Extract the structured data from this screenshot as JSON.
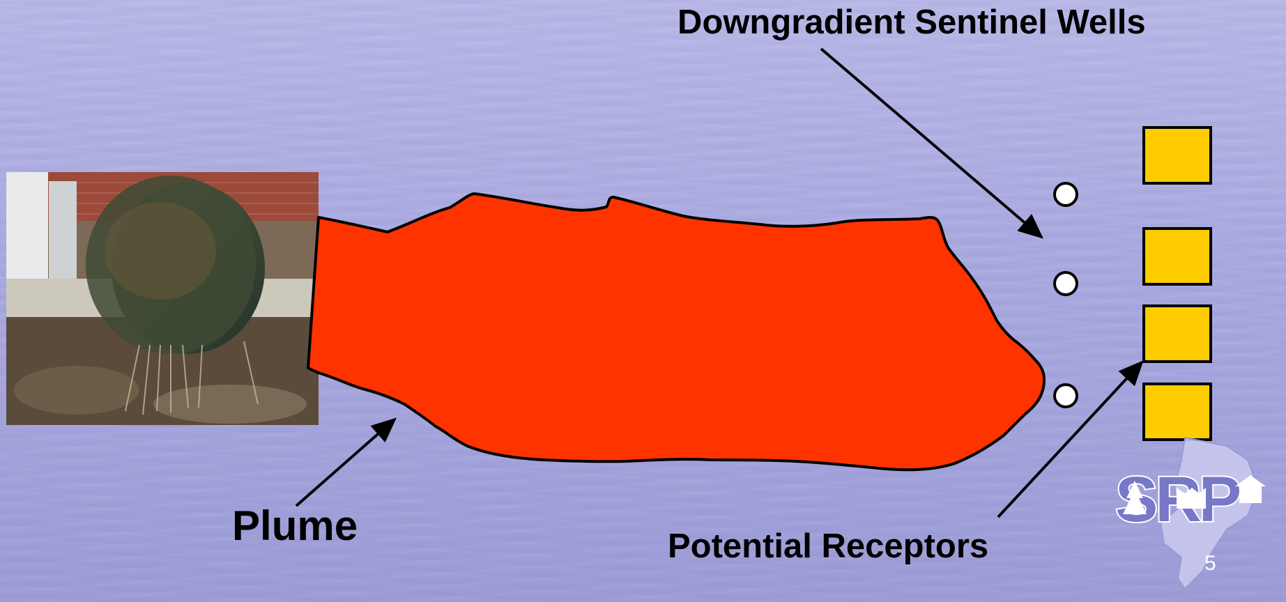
{
  "labels": {
    "sentinel_wells": "Downgradient Sentinel Wells",
    "plume": "Plume",
    "potential_receptors": "Potential Receptors"
  },
  "page_number": "5",
  "logo": {
    "text": "SRP"
  },
  "colors": {
    "plume_fill": "#ff3300",
    "receptor_fill": "#ffcc00",
    "well_fill": "#ffffff",
    "background": "#a9a9e0",
    "logo_color": "#7878c8"
  },
  "icons": {
    "photo": "leaking-tank-photo",
    "logo": "srp-logo"
  }
}
